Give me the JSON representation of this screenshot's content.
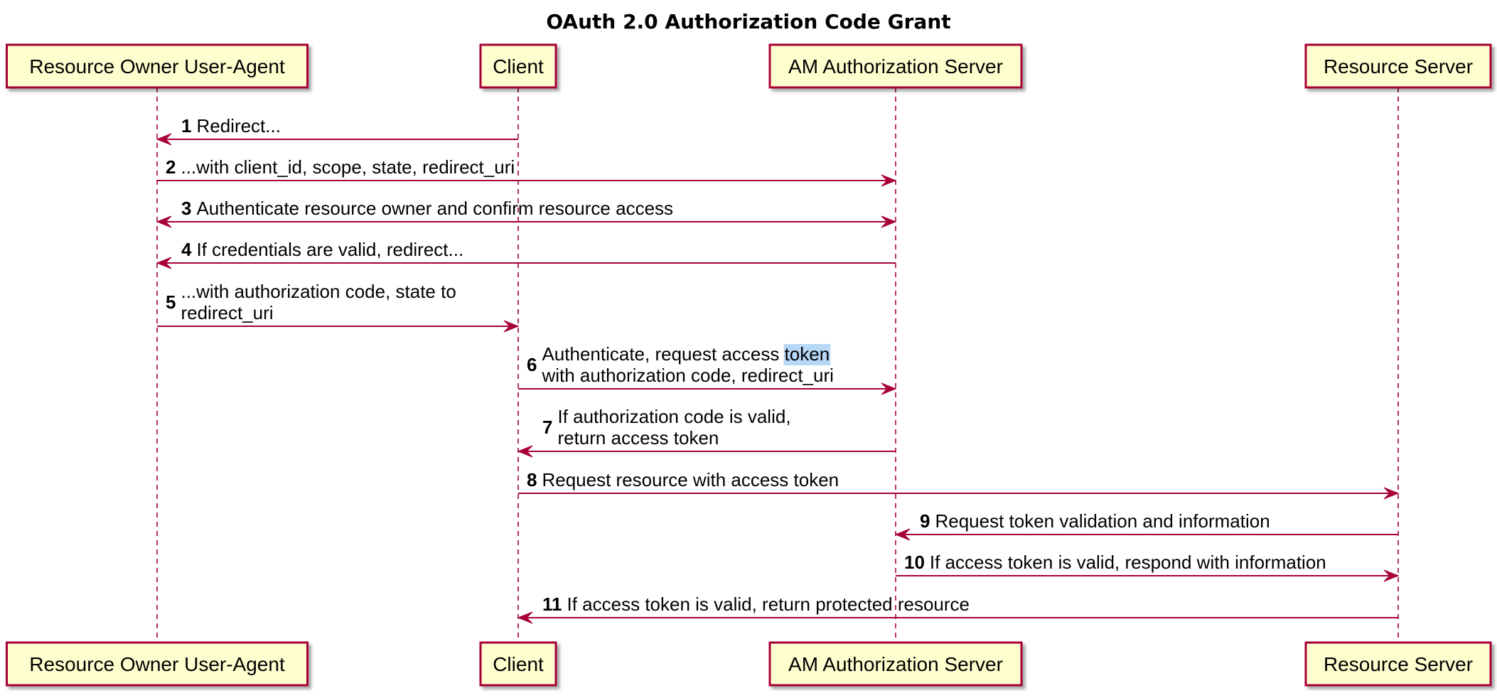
{
  "title": "OAuth 2.0 Authorization Code Grant",
  "colors": {
    "participant_fill": "#FEFECE",
    "participant_border": "#A80036",
    "arrow": "#A80036",
    "lifeline": "#A80036",
    "highlight": "#B7D7F7"
  },
  "participants": [
    {
      "id": "ua",
      "label": "Resource Owner User-Agent"
    },
    {
      "id": "client",
      "label": "Client"
    },
    {
      "id": "am",
      "label": "AM Authorization Server"
    },
    {
      "id": "rs",
      "label": "Resource Server"
    }
  ],
  "messages": [
    {
      "num": "1",
      "from": "client",
      "to": "ua",
      "bidirectional": false,
      "lines": [
        "Redirect..."
      ]
    },
    {
      "num": "2",
      "from": "ua",
      "to": "am",
      "bidirectional": false,
      "lines": [
        "...with client_id, scope, state, redirect_uri"
      ]
    },
    {
      "num": "3",
      "from": "ua",
      "to": "am",
      "bidirectional": true,
      "lines": [
        "Authenticate resource owner and confirm resource access"
      ]
    },
    {
      "num": "4",
      "from": "am",
      "to": "ua",
      "bidirectional": false,
      "lines": [
        "If credentials are valid, redirect..."
      ]
    },
    {
      "num": "5",
      "from": "ua",
      "to": "client",
      "bidirectional": false,
      "lines": [
        "...with authorization code, state to",
        "redirect_uri"
      ]
    },
    {
      "num": "6",
      "from": "client",
      "to": "am",
      "bidirectional": false,
      "lines": [
        "Authenticate, request access token",
        "with authorization code, redirect_uri"
      ],
      "highlight_word": "token"
    },
    {
      "num": "7",
      "from": "am",
      "to": "client",
      "bidirectional": false,
      "lines": [
        "If authorization code is valid,",
        "return access token"
      ]
    },
    {
      "num": "8",
      "from": "client",
      "to": "rs",
      "bidirectional": false,
      "lines": [
        "Request resource with access token"
      ]
    },
    {
      "num": "9",
      "from": "rs",
      "to": "am",
      "bidirectional": false,
      "lines": [
        "Request token validation and information"
      ]
    },
    {
      "num": "10",
      "from": "am",
      "to": "rs",
      "bidirectional": false,
      "lines": [
        "If access token is valid, respond with information"
      ]
    },
    {
      "num": "11",
      "from": "rs",
      "to": "client",
      "bidirectional": false,
      "lines": [
        "If access token is valid, return protected resource"
      ]
    }
  ]
}
